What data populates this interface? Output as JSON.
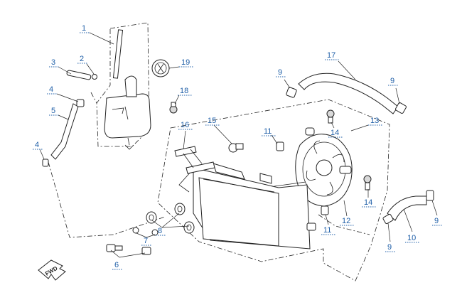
{
  "diagram": {
    "callouts": [
      {
        "id": "c1",
        "label": "1"
      },
      {
        "id": "c2",
        "label": "2"
      },
      {
        "id": "c3",
        "label": "3"
      },
      {
        "id": "c4a",
        "label": "4"
      },
      {
        "id": "c5",
        "label": "5"
      },
      {
        "id": "c4b",
        "label": "4"
      },
      {
        "id": "c19",
        "label": "19"
      },
      {
        "id": "c18",
        "label": "18"
      },
      {
        "id": "c9a",
        "label": "9"
      },
      {
        "id": "c17",
        "label": "17"
      },
      {
        "id": "c9b",
        "label": "9"
      },
      {
        "id": "c13",
        "label": "13"
      },
      {
        "id": "c15",
        "label": "15"
      },
      {
        "id": "c16",
        "label": "16"
      },
      {
        "id": "c11a",
        "label": "11"
      },
      {
        "id": "c14a",
        "label": "14"
      },
      {
        "id": "c14b",
        "label": "14"
      },
      {
        "id": "c12",
        "label": "12"
      },
      {
        "id": "c11b",
        "label": "11"
      },
      {
        "id": "c8",
        "label": "8"
      },
      {
        "id": "c7",
        "label": "7"
      },
      {
        "id": "c6",
        "label": "6"
      },
      {
        "id": "c10",
        "label": "10"
      },
      {
        "id": "c9c",
        "label": "9"
      },
      {
        "id": "c9d",
        "label": "9"
      }
    ],
    "fwd_label": "FWD"
  }
}
